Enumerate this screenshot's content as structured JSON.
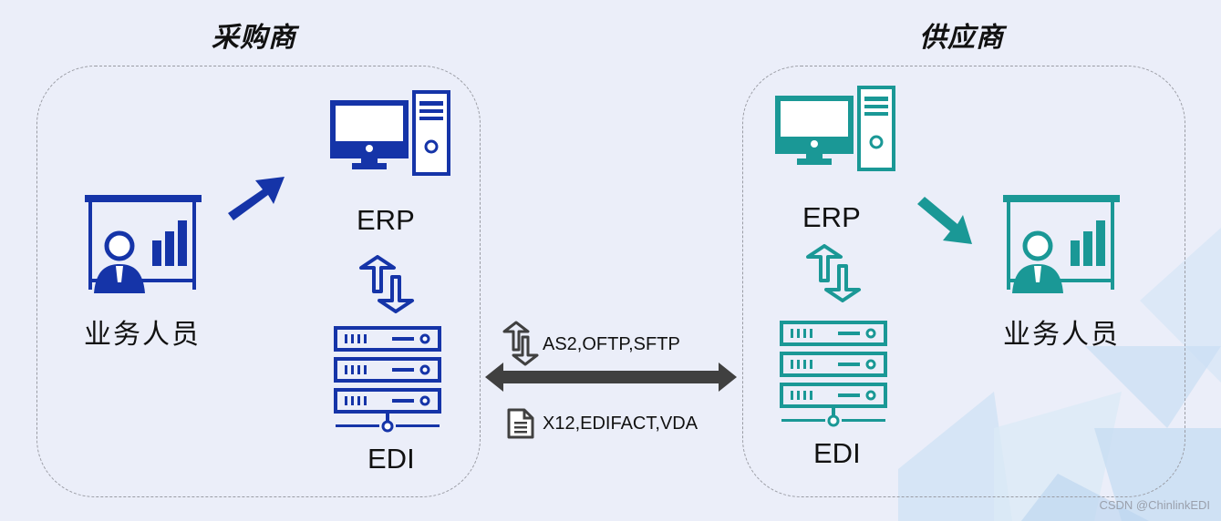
{
  "buyer": {
    "title": "采购商",
    "erp_label": "ERP",
    "edi_label": "EDI",
    "person_label": "业务人员"
  },
  "supplier": {
    "title": "供应商",
    "erp_label": "ERP",
    "edi_label": "EDI",
    "person_label": "业务人员"
  },
  "exchange": {
    "transport_protocols": "AS2,OFTP,SFTP",
    "message_standards": "X12,EDIFACT,VDA"
  },
  "watermark": "CSDN @ChinlinkEDI",
  "colors": {
    "buyer_accent": "#1534a8",
    "supplier_accent": "#1a9896",
    "connector": "#404040",
    "background": "#ebeef9"
  },
  "icons": {
    "computer": "desktop-computer-icon",
    "server": "server-rack-icon",
    "person": "presenter-board-icon",
    "sync": "sync-arrows-icon",
    "document": "document-icon"
  }
}
